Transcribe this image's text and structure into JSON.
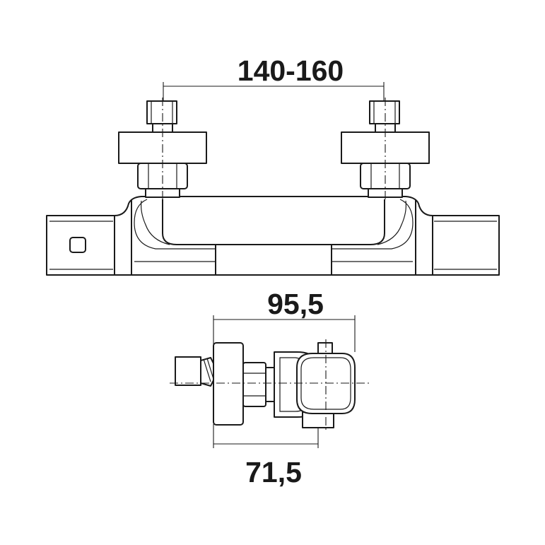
{
  "dimensions": {
    "inlet_spacing": "140-160",
    "side_depth": "95,5",
    "wall_to_handle": "71,5"
  },
  "colors": {
    "line": "#1a1a1a",
    "background": "#ffffff"
  }
}
